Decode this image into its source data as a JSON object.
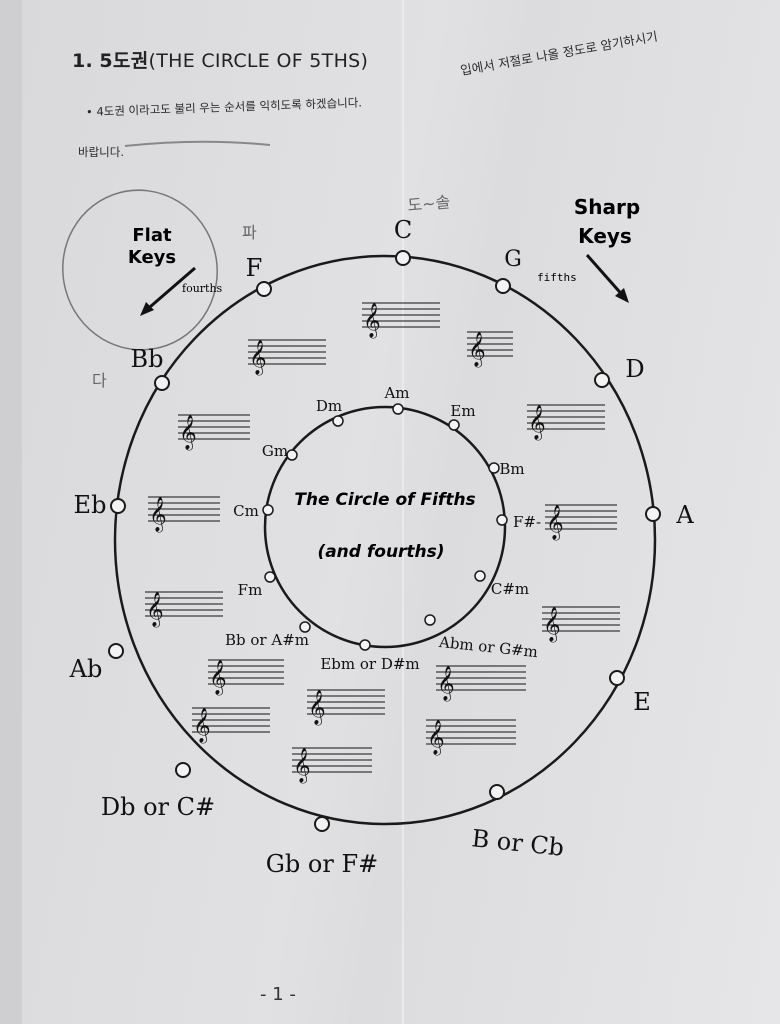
{
  "heading": {
    "number": "1.",
    "korean": "5도권",
    "english": "(THE CIRCLE OF 5THS)"
  },
  "instructions": {
    "line1": "• 4도권 이라고도 불리 우는 순서를 익히도록 하겠습니다.",
    "line1_tail": "입에서 저절로 나올 정도로 암기하시기",
    "line2": "바랍니다."
  },
  "diagram": {
    "center_title": "The Circle of Fifths",
    "center_subtitle": "(and fourths)",
    "flat_keys": "Flat\nKeys",
    "flat_label_1": "Flat",
    "flat_label_2": "Keys",
    "fourths": "fourths",
    "sharp_label_1": "Sharp",
    "sharp_label_2": "Keys",
    "fifths": "fifths",
    "major_keys": [
      "C",
      "G",
      "D",
      "A",
      "E",
      "B or Cb",
      "Gb or F#",
      "Db or C#",
      "Ab",
      "Eb",
      "Bb",
      "F"
    ],
    "minor_keys": [
      "Am",
      "Em",
      "Bm",
      "F#-",
      "C#m",
      "Abm or G#m",
      "Ebm or D#m",
      "Bb or A#m",
      "Fm",
      "Cm",
      "Gm",
      "Dm"
    ]
  },
  "handwritten": {
    "do_sol": "도~솔",
    "pa": "파",
    "da": "다"
  },
  "page_number": "- 1 -"
}
